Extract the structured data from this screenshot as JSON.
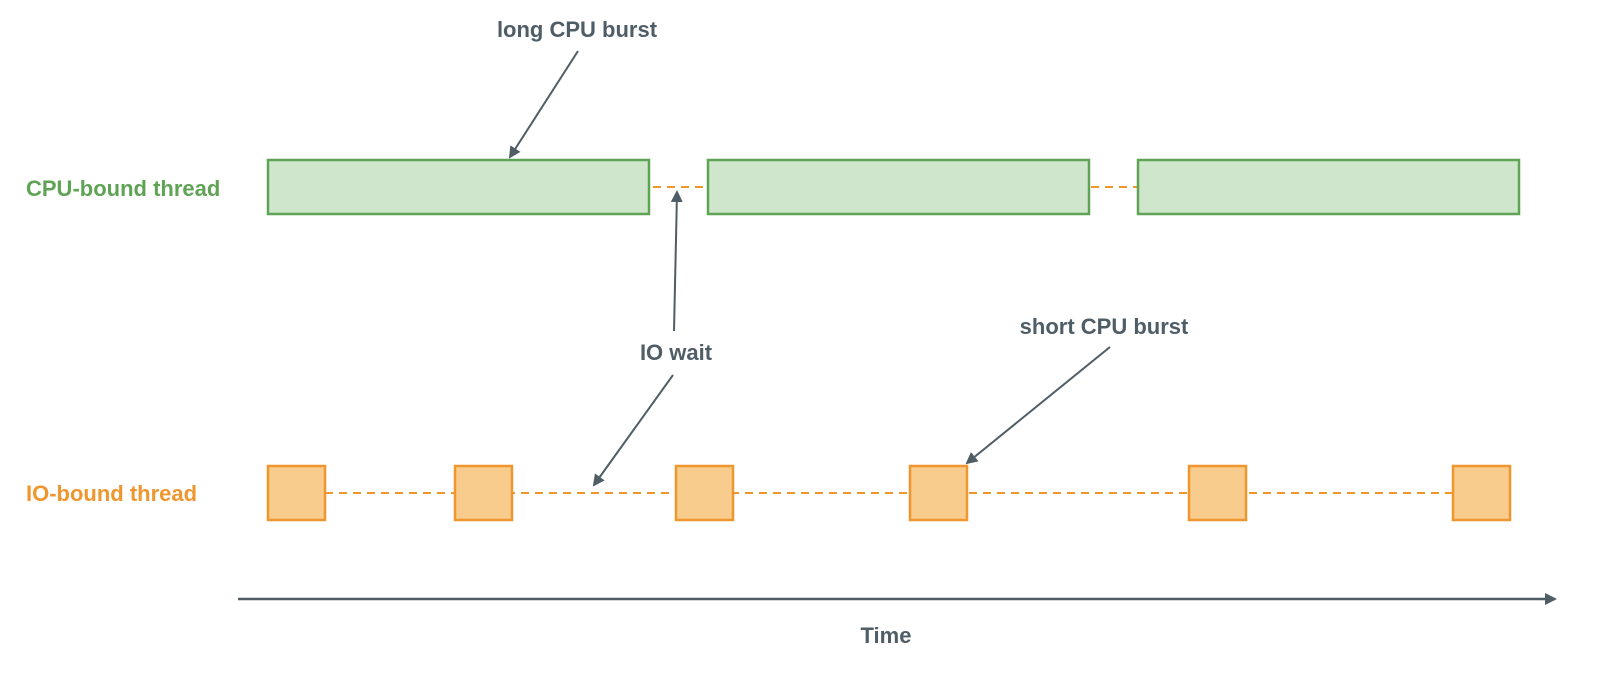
{
  "title": "",
  "rows": [
    {
      "id": "cpu",
      "label": "CPU-bound thread"
    },
    {
      "id": "io",
      "label": "IO-bound thread"
    }
  ],
  "annotations": {
    "long_burst": "long CPU burst",
    "io_wait": "IO wait",
    "short_burst": "short CPU burst"
  },
  "axis": {
    "label": "Time"
  },
  "colors": {
    "cpu_fill": "#cfe6cc",
    "cpu_stroke": "#5fa355",
    "cpu_label": "#5fa355",
    "io_fill": "#f8cc8c",
    "io_stroke": "#f0962e",
    "io_label": "#f0962e",
    "wait_line": "#f0962e",
    "annotation": "#4f5d66",
    "axis": "#4f5d66"
  }
}
